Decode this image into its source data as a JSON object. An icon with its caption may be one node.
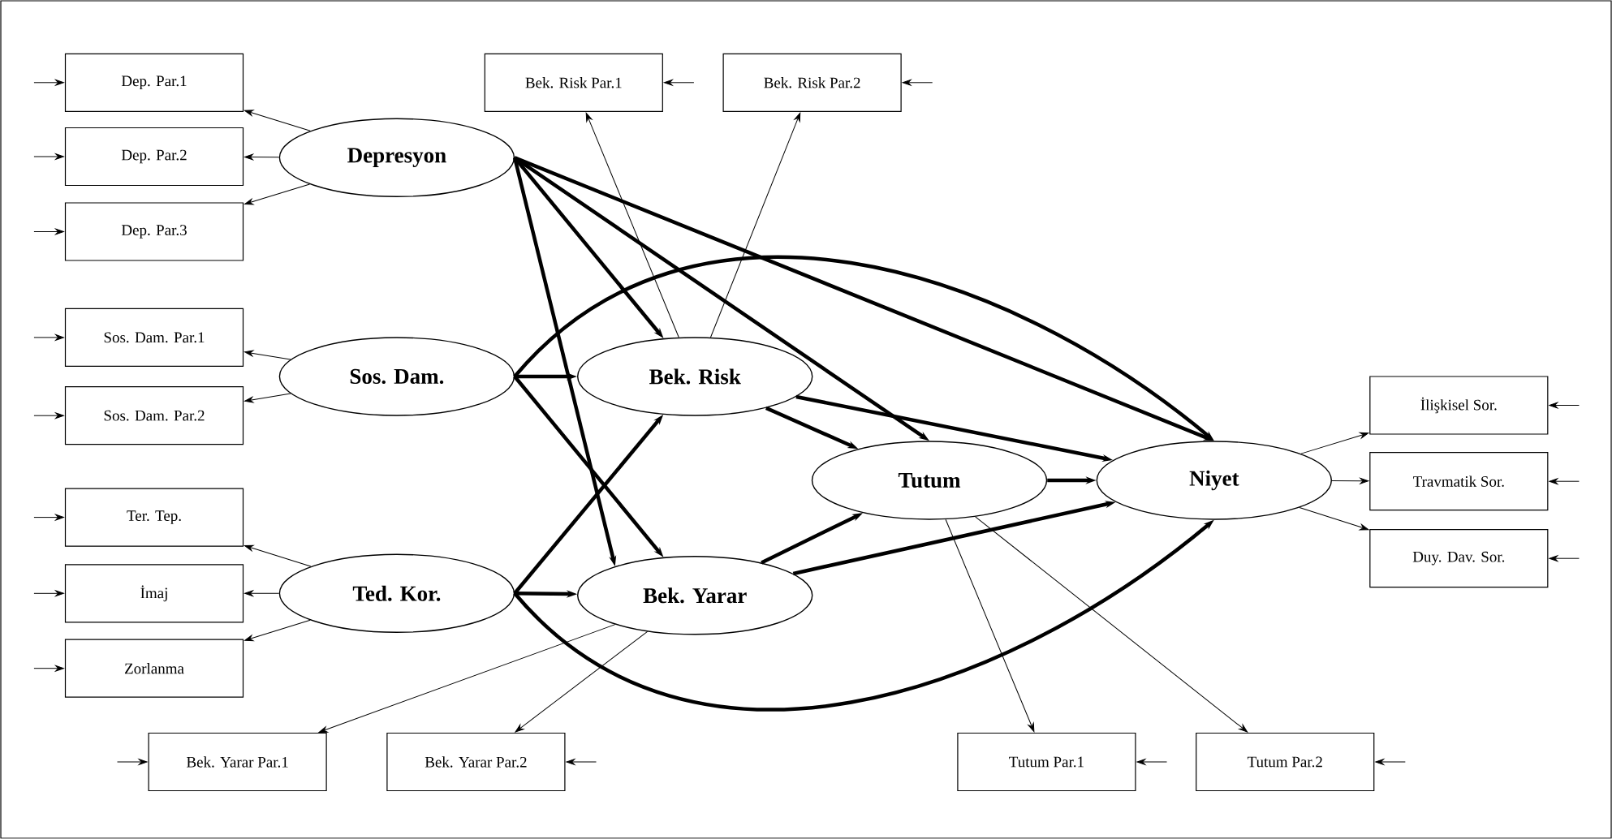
{
  "diagram": {
    "nodes": [
      {
        "text": [
          "Dep. Par.1"
        ]
      },
      {
        "text": [
          "Dep. Par.2"
        ]
      },
      {
        "text": [
          "Dep. Par.3"
        ]
      },
      {
        "text": [
          "Sos. Dam. Par.1"
        ]
      },
      {
        "text": [
          "Sos. Dam. Par.2"
        ]
      },
      {
        "text": [
          "Ter. Tep."
        ]
      },
      {
        "text": [
          "İmaj"
        ]
      },
      {
        "text": [
          "Zorlanma"
        ]
      },
      {
        "text": [
          "Depresyon"
        ]
      },
      {
        "text": [
          "Sos. Dam."
        ]
      },
      {
        "text": [
          "Ted. Kor."
        ]
      },
      {
        "text": [
          "Bek. Risk Par.1"
        ]
      },
      {
        "text": [
          "Bek. Risk Par.2"
        ]
      },
      {
        "text": [
          "Bek. Risk"
        ]
      },
      {
        "text": [
          "Bek. Yarar"
        ]
      },
      {
        "text": [
          "Tutum"
        ]
      },
      {
        "text": [
          "Niyet"
        ]
      },
      {
        "text": [
          "İlişkisel Sor."
        ]
      },
      {
        "text": [
          "Travmatik Sor."
        ]
      },
      {
        "text": [
          "Duy. Dav. Sor."
        ]
      },
      {
        "text": [
          "Bek. Yarar Par.1"
        ]
      },
      {
        "text": [
          "Bek. Yarar Par.2"
        ]
      },
      {
        "text": [
          "Tutum Par.1"
        ]
      },
      {
        "text": [
          "Tutum Par.2"
        ]
      }
    ],
    "edges": [
      {
        "from": 8,
        "to": 0,
        "arrow": "to"
      },
      {
        "from": 8,
        "to": 1,
        "arrow": "to"
      },
      {
        "from": 8,
        "to": 2,
        "arrow": "to"
      },
      {
        "from": 9,
        "to": 3,
        "arrow": "to"
      },
      {
        "from": 9,
        "to": 4,
        "arrow": "to"
      },
      {
        "from": 10,
        "to": 5,
        "arrow": "to"
      },
      {
        "from": 10,
        "to": 6,
        "arrow": "to"
      },
      {
        "from": 10,
        "to": 7,
        "arrow": "to"
      },
      {
        "from": 13,
        "to": 11,
        "arrow": "to"
      },
      {
        "from": 13,
        "to": 12,
        "arrow": "to"
      },
      {
        "from": 14,
        "to": 20,
        "arrow": "to"
      },
      {
        "from": 14,
        "to": 21,
        "arrow": "to"
      },
      {
        "from": 15,
        "to": 22,
        "arrow": "to"
      },
      {
        "from": 15,
        "to": 23,
        "arrow": "to"
      },
      {
        "from": 16,
        "to": 17,
        "arrow": "to"
      },
      {
        "from": 16,
        "to": 18,
        "arrow": "to"
      },
      {
        "from": 16,
        "to": 19,
        "arrow": "to"
      },
      {
        "from": 8,
        "to": 13,
        "arrow": "to",
        "style": "thick"
      },
      {
        "from": 8,
        "to": 14,
        "arrow": "to",
        "style": "thick"
      },
      {
        "from": 8,
        "to": 15,
        "arrow": "to",
        "style": "thick"
      },
      {
        "from": 8,
        "to": 16,
        "arrow": "to",
        "style": "thick"
      },
      {
        "from": 9,
        "to": 13,
        "arrow": "to",
        "style": "thick"
      },
      {
        "from": 9,
        "to": 14,
        "arrow": "to",
        "style": "thick"
      },
      {
        "from": 9,
        "to": 16,
        "arrow": "to",
        "style": "thick"
      },
      {
        "from": 10,
        "to": 13,
        "arrow": "to",
        "style": "thick"
      },
      {
        "from": 10,
        "to": 14,
        "arrow": "to",
        "style": "thick"
      },
      {
        "from": 10,
        "to": 16,
        "arrow": "to",
        "style": "thick"
      },
      {
        "from": 13,
        "to": 15,
        "arrow": "to",
        "style": "thick"
      },
      {
        "from": 13,
        "to": 16,
        "arrow": "to",
        "style": "thick"
      },
      {
        "from": 14,
        "to": 15,
        "arrow": "to",
        "style": "thick"
      },
      {
        "from": 14,
        "to": 16,
        "arrow": "to",
        "style": "thick"
      },
      {
        "from": 15,
        "to": 16,
        "arrow": "to",
        "style": "thick"
      },
      {
        "from": null,
        "to": 0,
        "arrow": "to"
      },
      {
        "from": null,
        "to": 1,
        "arrow": "to"
      },
      {
        "from": null,
        "to": 2,
        "arrow": "to"
      },
      {
        "from": null,
        "to": 3,
        "arrow": "to"
      },
      {
        "from": null,
        "to": 4,
        "arrow": "to"
      },
      {
        "from": null,
        "to": 5,
        "arrow": "to"
      },
      {
        "from": null,
        "to": 6,
        "arrow": "to"
      },
      {
        "from": null,
        "to": 7,
        "arrow": "to"
      },
      {
        "from": null,
        "to": 11,
        "arrow": "to"
      },
      {
        "from": null,
        "to": 12,
        "arrow": "to"
      },
      {
        "from": null,
        "to": 17,
        "arrow": "to"
      },
      {
        "from": null,
        "to": 18,
        "arrow": "to"
      },
      {
        "from": null,
        "to": 19,
        "arrow": "to"
      },
      {
        "from": null,
        "to": 20,
        "arrow": "to"
      },
      {
        "from": null,
        "to": 21,
        "arrow": "to"
      },
      {
        "from": null,
        "to": 22,
        "arrow": "to"
      },
      {
        "from": null,
        "to": 23,
        "arrow": "to"
      }
    ]
  }
}
